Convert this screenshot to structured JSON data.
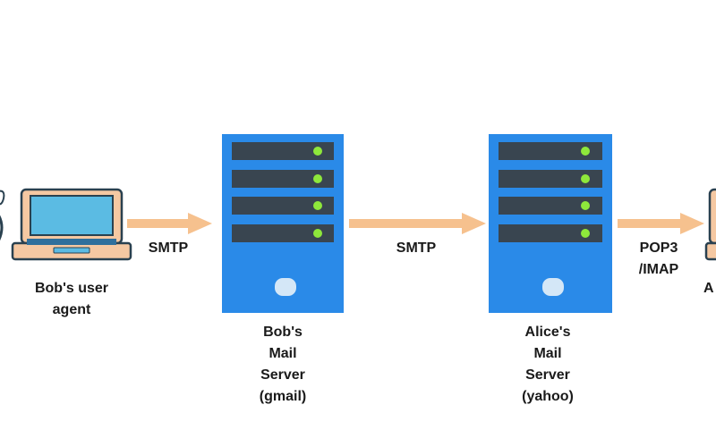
{
  "colors": {
    "server_body": "#2a8ae8",
    "server_slot": "#394550",
    "server_led": "#8ee83b",
    "server_button": "#d4e7f7",
    "arrow": "#f6c18e",
    "laptop_body": "#f5c8a2",
    "laptop_outline": "#2a4150",
    "laptop_screen": "#5bbbe3",
    "keyboard": "#2f6f9c"
  },
  "nodes": {
    "bob_agent": {
      "lines": [
        "Bob's user",
        "agent"
      ]
    },
    "bob_server": {
      "lines": [
        "Bob's",
        "Mail",
        "Server",
        "(gmail)"
      ]
    },
    "alice_server": {
      "lines": [
        "Alice's",
        "Mail",
        "Server",
        "(yahoo)"
      ]
    },
    "alice_agent": {
      "lines": [
        "A"
      ]
    }
  },
  "edges": {
    "bob_to_server": {
      "label": "SMTP"
    },
    "server_to_server": {
      "label": "SMTP"
    },
    "server_to_alice": {
      "lines": [
        "POP3",
        "/IMAP"
      ]
    }
  }
}
